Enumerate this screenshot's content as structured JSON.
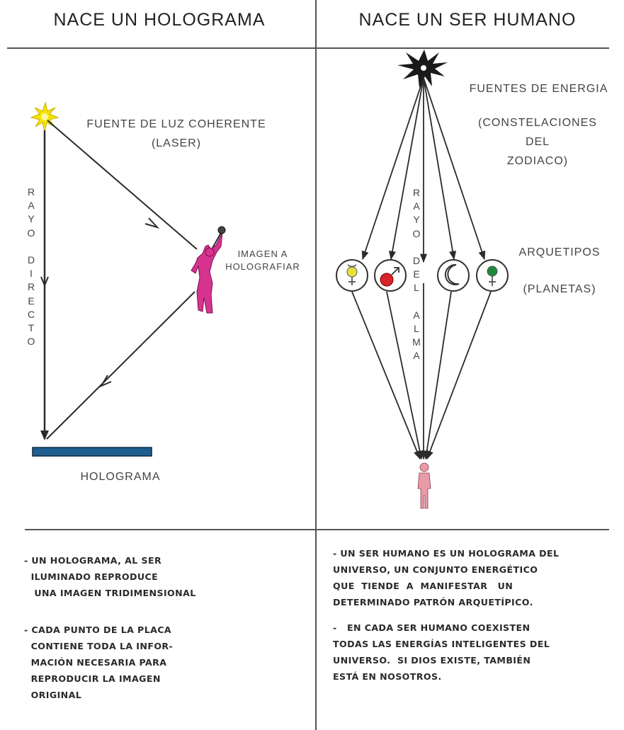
{
  "left": {
    "title": "NACE UN HOLOGRAMA",
    "light_source_label": "FUENTE DE LUZ COHERENTE\n(LASER)",
    "direct_ray_label": "RAYO DIRECTO",
    "image_label": "IMAGEN A\nHOLOGRAFIAR",
    "hologram_label": "HOLOGRAMA",
    "notes": [
      [
        "- UN HOLOGRAMA, AL SER",
        "  ILUMINADO REPRODUCE",
        "   UNA IMAGEN TRIDIMENSIONAL"
      ],
      [
        "- CADA PUNTO DE LA PLACA",
        "  CONTIENE TODA LA INFOR-",
        "  MACIÓN NECESARIA PARA",
        "  REPRODUCIR LA IMAGEN",
        "  ORIGINAL"
      ]
    ]
  },
  "right": {
    "title": "NACE UN SER HUMANO",
    "energy_label": "FUENTES DE ENERGIA",
    "constellations_label": "(CONSTELACIONES\nDEL\nZODIACO)",
    "soul_ray_label": "RAYO DEL ALMA",
    "archetypes_label": "ARQUETIPOS",
    "planets_label": "(PLANETAS)",
    "notes": [
      [
        "- UN SER HUMANO ES UN HOLOGRAMA DEL",
        "UNIVERSO, UN CONJUNTO ENERGÉTICO",
        "QUE  TIENDE  A  MANIFESTAR   UN",
        "DETERMINADO PATRÓN ARQUETÍPICO."
      ],
      [
        "-   EN CADA SER HUMANO COEXISTEN",
        "TODAS LAS ENERGÍAS INTELIGENTES DEL",
        "UNIVERSO.  SI DIOS EXISTE, TAMBIÉN",
        "ESTÁ EN NOSOTROS."
      ]
    ],
    "planets": [
      {
        "name": "mercury-icon",
        "color": "#e8e23a"
      },
      {
        "name": "mars-icon",
        "color": "#d8232a"
      },
      {
        "name": "moon-icon",
        "color": "#ffffff"
      },
      {
        "name": "venus-icon",
        "color": "#1a8a3a"
      }
    ]
  },
  "colors": {
    "line": "#2b2b2b",
    "figure": "#d6338f",
    "human": "#e89aa8",
    "plate": "#1f5f8f",
    "sun": "#f4e300"
  }
}
